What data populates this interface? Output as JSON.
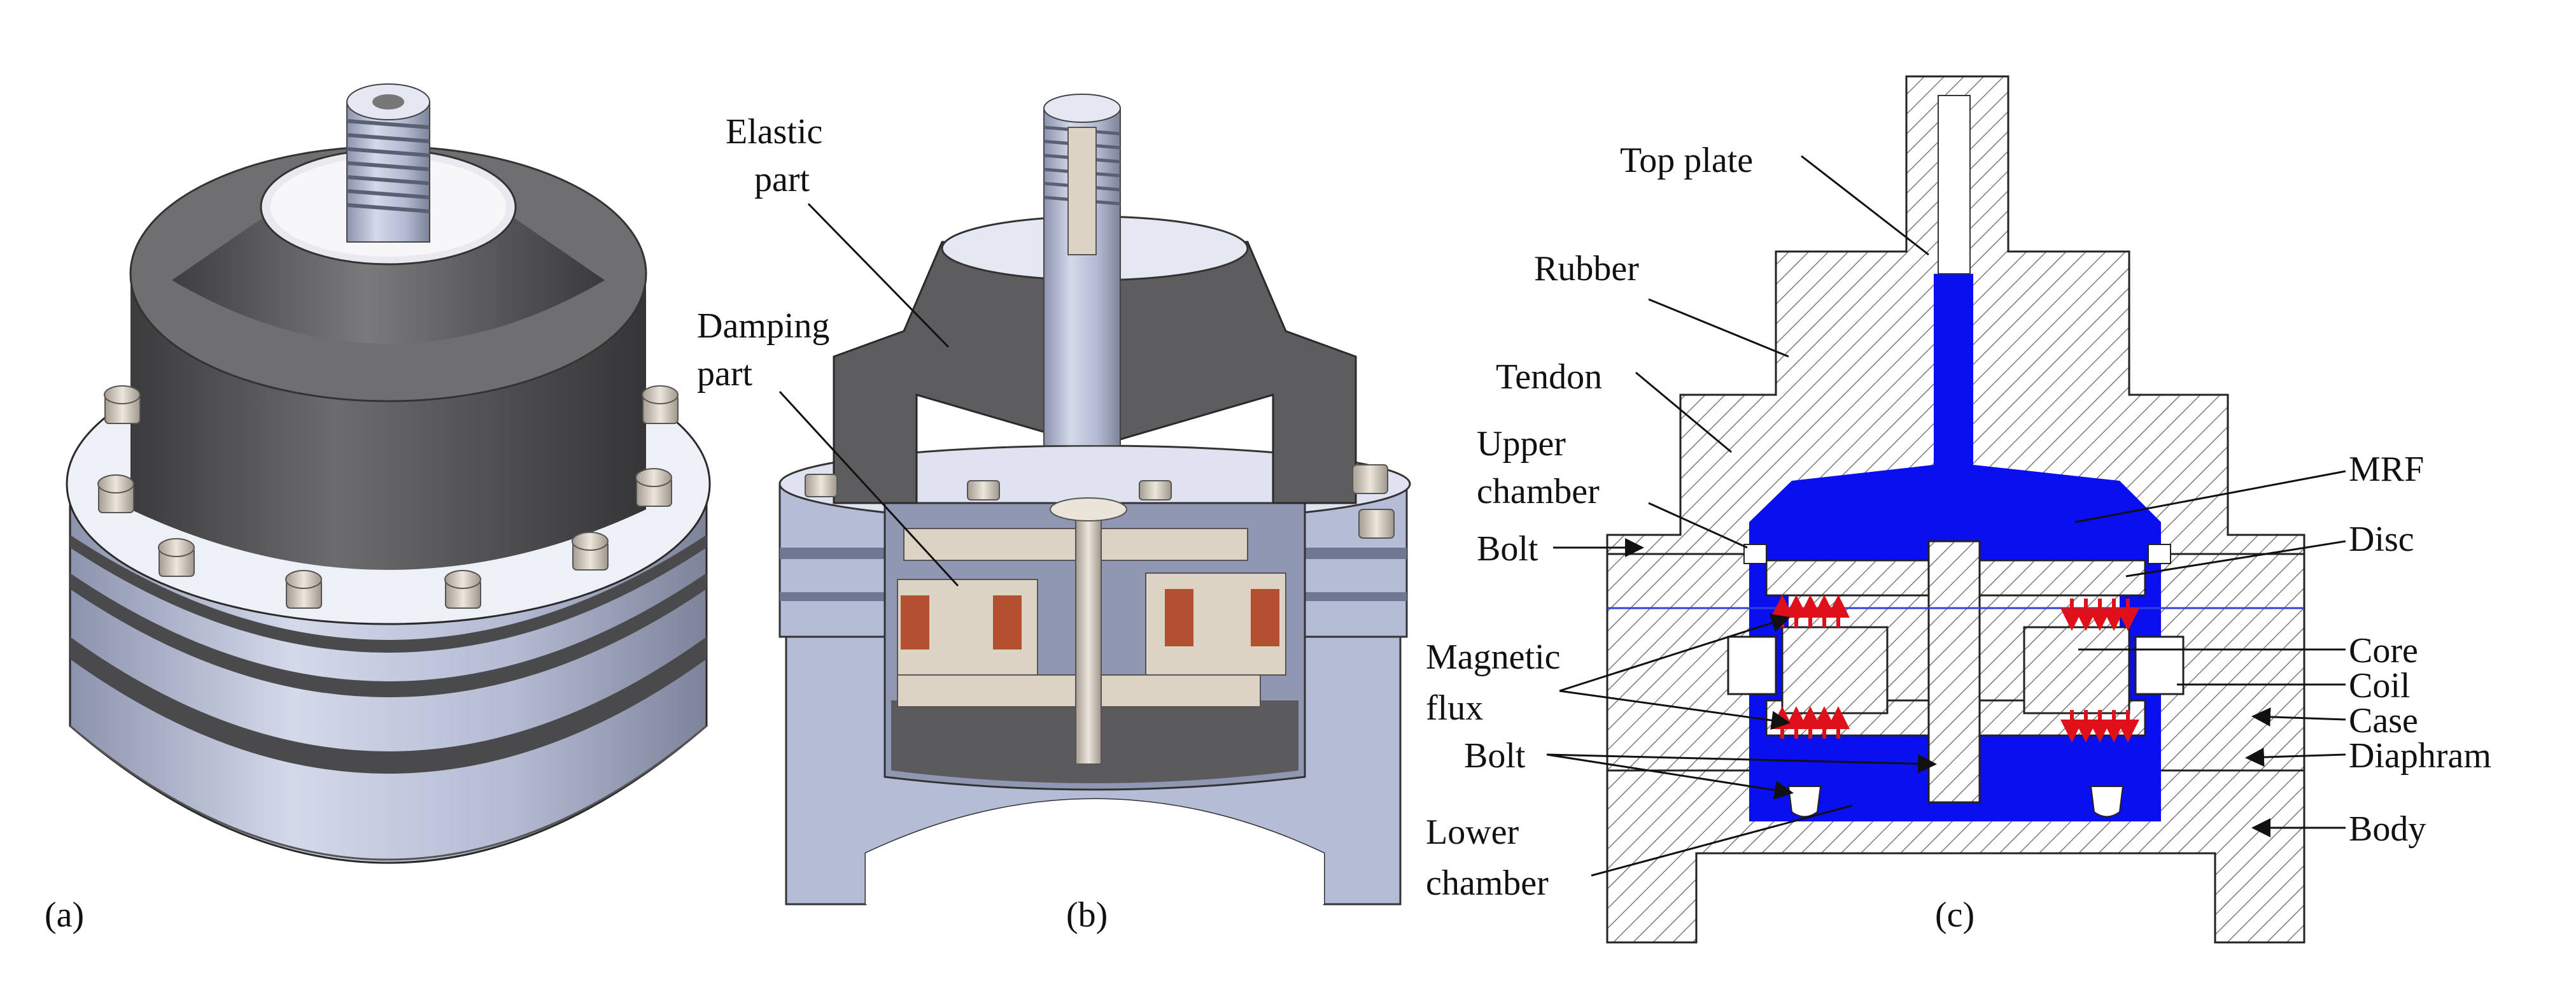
{
  "figure": {
    "panels": [
      {
        "tag": "(a)"
      },
      {
        "tag": "(b)"
      },
      {
        "tag": "(c)"
      }
    ],
    "panel_b_labels": {
      "elastic_line1": "Elastic",
      "elastic_line2": "part",
      "damping_line1": "Damping",
      "damping_line2": "part"
    },
    "panel_c_labels": {
      "top_plate": "Top plate",
      "rubber": "Rubber",
      "tendon": "Tendon",
      "upper_chamber_line1": "Upper",
      "upper_chamber_line2": "chamber",
      "bolt_upper": "Bolt",
      "magnetic_flux_line1": "Magnetic",
      "magnetic_flux_line2": "flux",
      "bolt_lower": "Bolt",
      "lower_chamber_line1": "Lower",
      "lower_chamber_line2": "chamber",
      "mrf": "MRF",
      "disc": "Disc",
      "core": "Core",
      "coil": "Coil",
      "case": "Case",
      "diaphram": "Diaphram",
      "body": "Body"
    },
    "colors": {
      "mrf_fluid": "#0a0ff0",
      "flux_arrows": "#e0101a",
      "steel_blue": "#b4bcd6",
      "rubber_gray": "#5a5a5c",
      "coil_copper": "#b2502f",
      "cream_part": "#ddd3c4",
      "hatch": "#7a7a7a"
    }
  }
}
